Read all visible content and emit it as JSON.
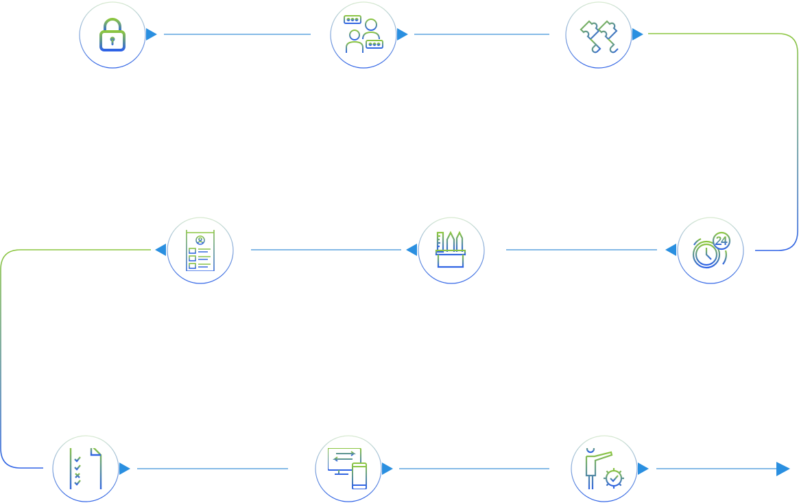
{
  "diagram": {
    "gradient": {
      "start": "#8cc63f",
      "end": "#2e62e6"
    },
    "arrow_color": "#2a8fe0",
    "line_color": "#3a8fd6",
    "steps": [
      {
        "id": 1,
        "icon": "padlock-icon"
      },
      {
        "id": 2,
        "icon": "team-discussion-icon"
      },
      {
        "id": 3,
        "icon": "puzzle-pieces-icon"
      },
      {
        "id": 4,
        "icon": "clock-24-icon"
      },
      {
        "id": 5,
        "icon": "design-tools-icon"
      },
      {
        "id": 6,
        "icon": "mobile-profile-icon"
      },
      {
        "id": 7,
        "icon": "checklist-icon"
      },
      {
        "id": 8,
        "icon": "multi-device-icon"
      },
      {
        "id": 9,
        "icon": "person-gear-icon"
      }
    ]
  }
}
